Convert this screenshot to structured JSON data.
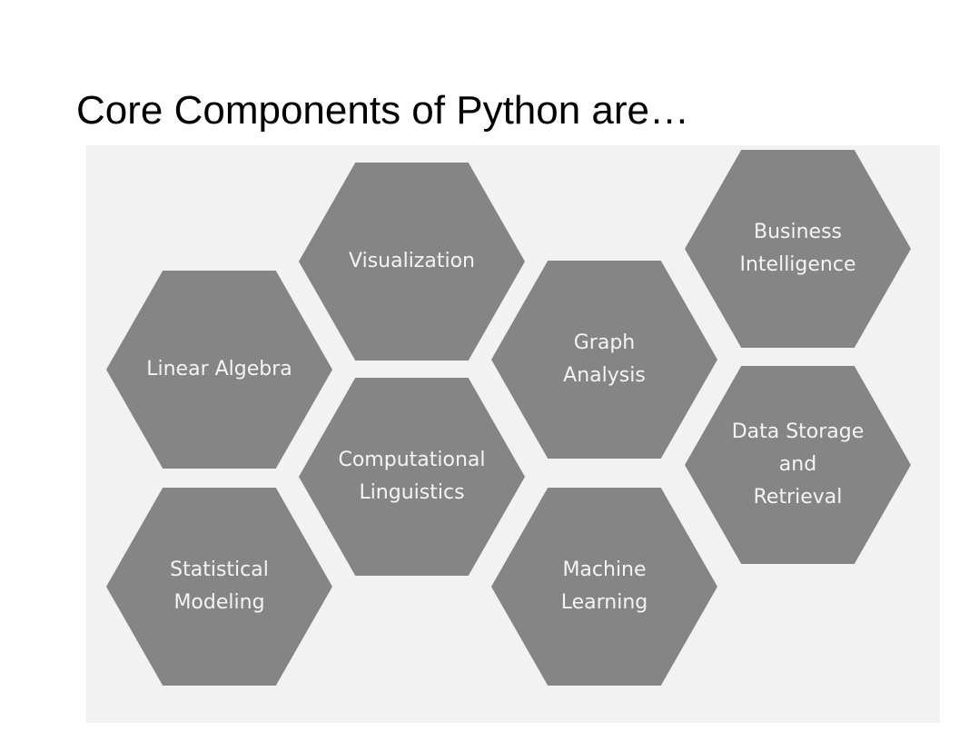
{
  "slide": {
    "title": "Core Components of Python are…"
  },
  "diagram": {
    "hex_color": "#858585",
    "panel_color": "#f2f2f2",
    "label_color": "#f4f4f4",
    "hexagons": [
      {
        "label": "Visualization"
      },
      {
        "label": "Linear Algebra"
      },
      {
        "label": "Computational\nLinguistics"
      },
      {
        "label": "Statistical\nModeling"
      },
      {
        "label": "Graph\nAnalysis"
      },
      {
        "label": "Machine\nLearning"
      },
      {
        "label": "Business\nIntelligence"
      },
      {
        "label": "Data Storage\nand\nRetrieval"
      }
    ]
  }
}
